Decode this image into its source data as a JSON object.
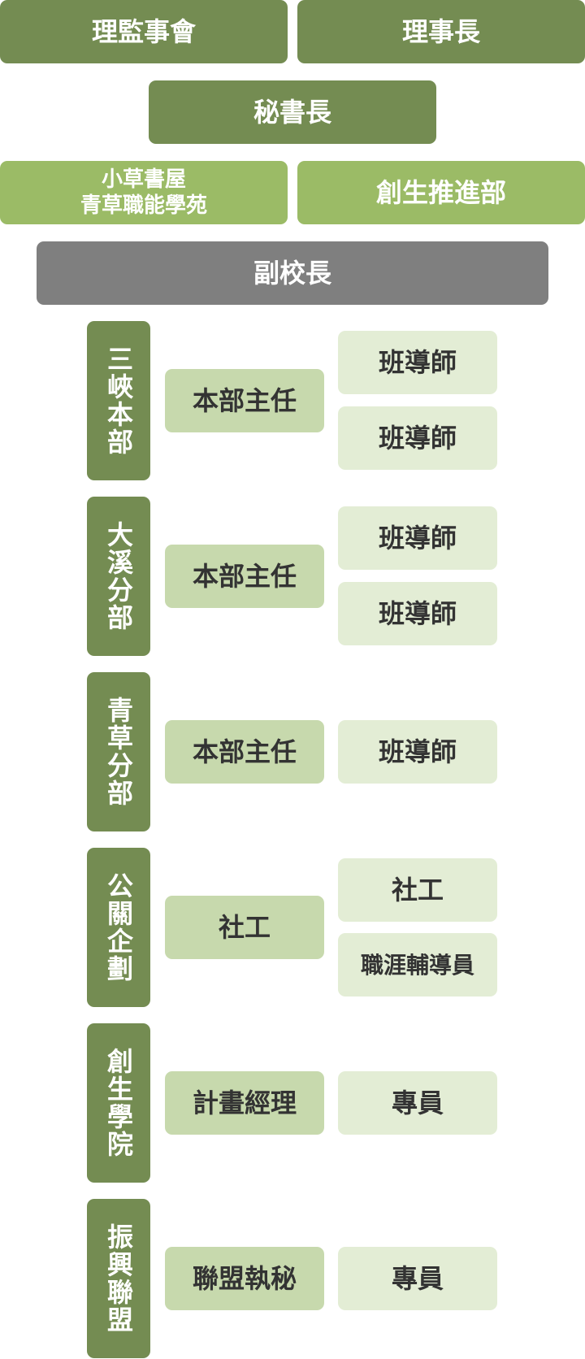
{
  "top": {
    "board": "理監事會",
    "chairman": "理事長",
    "secretary_general": "秘書長",
    "bookhouse_line1": "小草書屋",
    "bookhouse_line2": "青草職能學苑",
    "innovation_dept": "創生推進部",
    "vice_principal": "副校長"
  },
  "branches": [
    {
      "name": "三峽本部",
      "head": "本部主任",
      "staff": [
        "班導師",
        "班導師"
      ]
    },
    {
      "name": "大溪分部",
      "head": "本部主任",
      "staff": [
        "班導師",
        "班導師"
      ]
    },
    {
      "name": "青草分部",
      "head": "本部主任",
      "staff": [
        "班導師"
      ]
    },
    {
      "name": "公關企劃",
      "head": "社工",
      "staff": [
        "社工",
        "職涯輔導員"
      ]
    },
    {
      "name": "創生學院",
      "head": "計畫經理",
      "staff": [
        "專員"
      ]
    },
    {
      "name": "振興聯盟",
      "head": "聯盟執秘",
      "staff": [
        "專員"
      ]
    }
  ],
  "colors": {
    "dark_green": "#748c52",
    "light_green": "#9bbb66",
    "grey": "#7f7f7f",
    "mid_green": "#c7d9ad",
    "pale_green": "#e3edd5"
  }
}
